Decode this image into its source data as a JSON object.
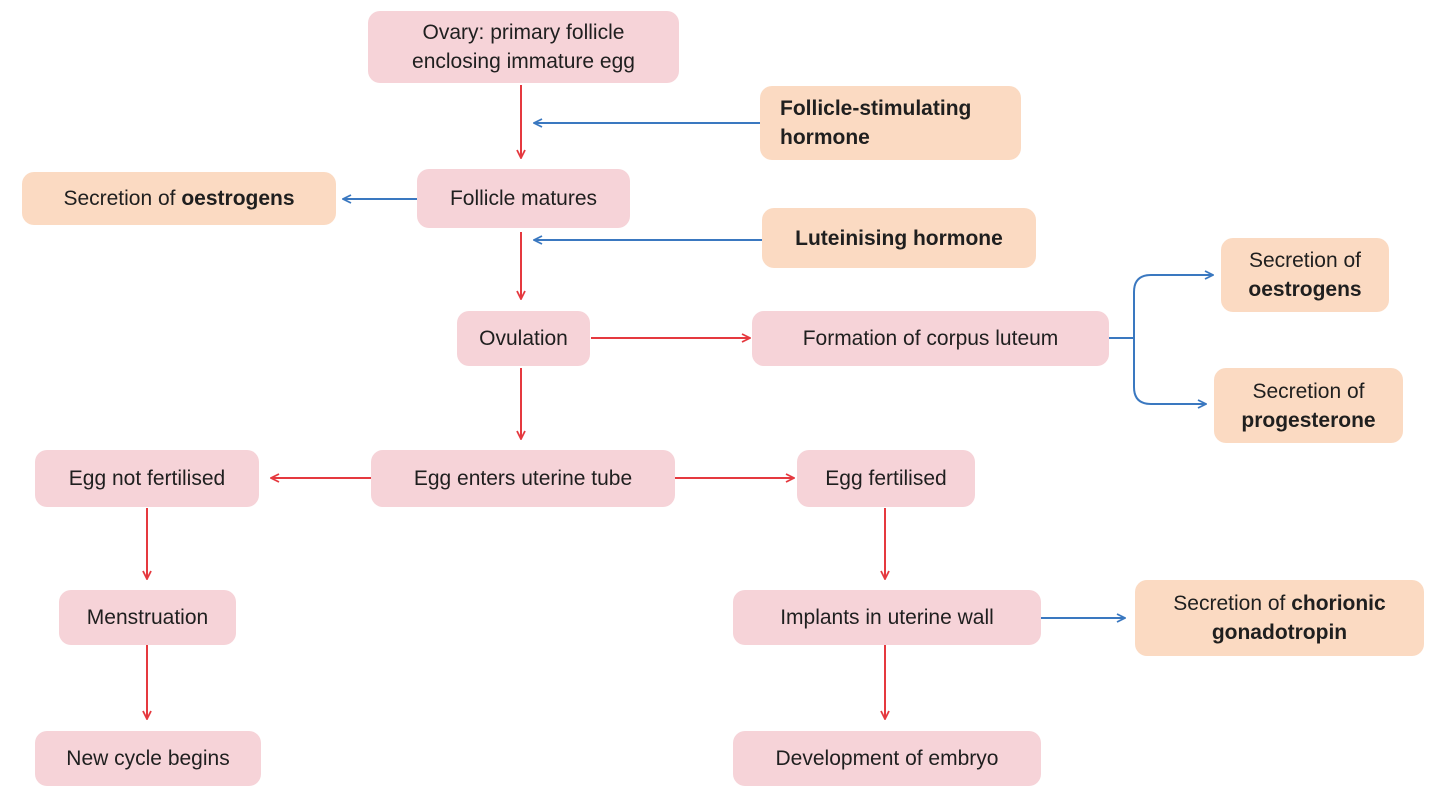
{
  "boxes": {
    "ovary": {
      "line1": "Ovary: primary follicle",
      "line2": "enclosing immature egg"
    },
    "fsh": {
      "line1": "Follicle-stimulating",
      "line2": "hormone"
    },
    "oestrogens_left": {
      "prefix": "Secretion of ",
      "bold": "oestrogens"
    },
    "follicle_matures": {
      "text": "Follicle matures"
    },
    "lh": {
      "text": "Luteinising hormone"
    },
    "oestrogens_right": {
      "line1": "Secretion of",
      "bold": "oestrogens"
    },
    "ovulation": {
      "text": "Ovulation"
    },
    "corpus_luteum": {
      "text": "Formation of corpus luteum"
    },
    "progesterone": {
      "line1": "Secretion of",
      "bold": "progesterone"
    },
    "egg_enters": {
      "text": "Egg enters uterine tube"
    },
    "egg_not_fertilised": {
      "text": "Egg not fertilised"
    },
    "egg_fertilised": {
      "text": "Egg fertilised"
    },
    "menstruation": {
      "text": "Menstruation"
    },
    "implants": {
      "text": "Implants in uterine wall"
    },
    "chorionic": {
      "prefix": "Secretion of ",
      "bold1": "chorionic",
      "bold2": "gonadotropin"
    },
    "new_cycle": {
      "text": "New cycle begins"
    },
    "embryo": {
      "text": "Development of embryo"
    }
  },
  "colors": {
    "pink_box": "#f6d3d8",
    "orange_box": "#fbdac2",
    "red_arrow": "#e5393f",
    "blue_arrow": "#3a78c0"
  }
}
